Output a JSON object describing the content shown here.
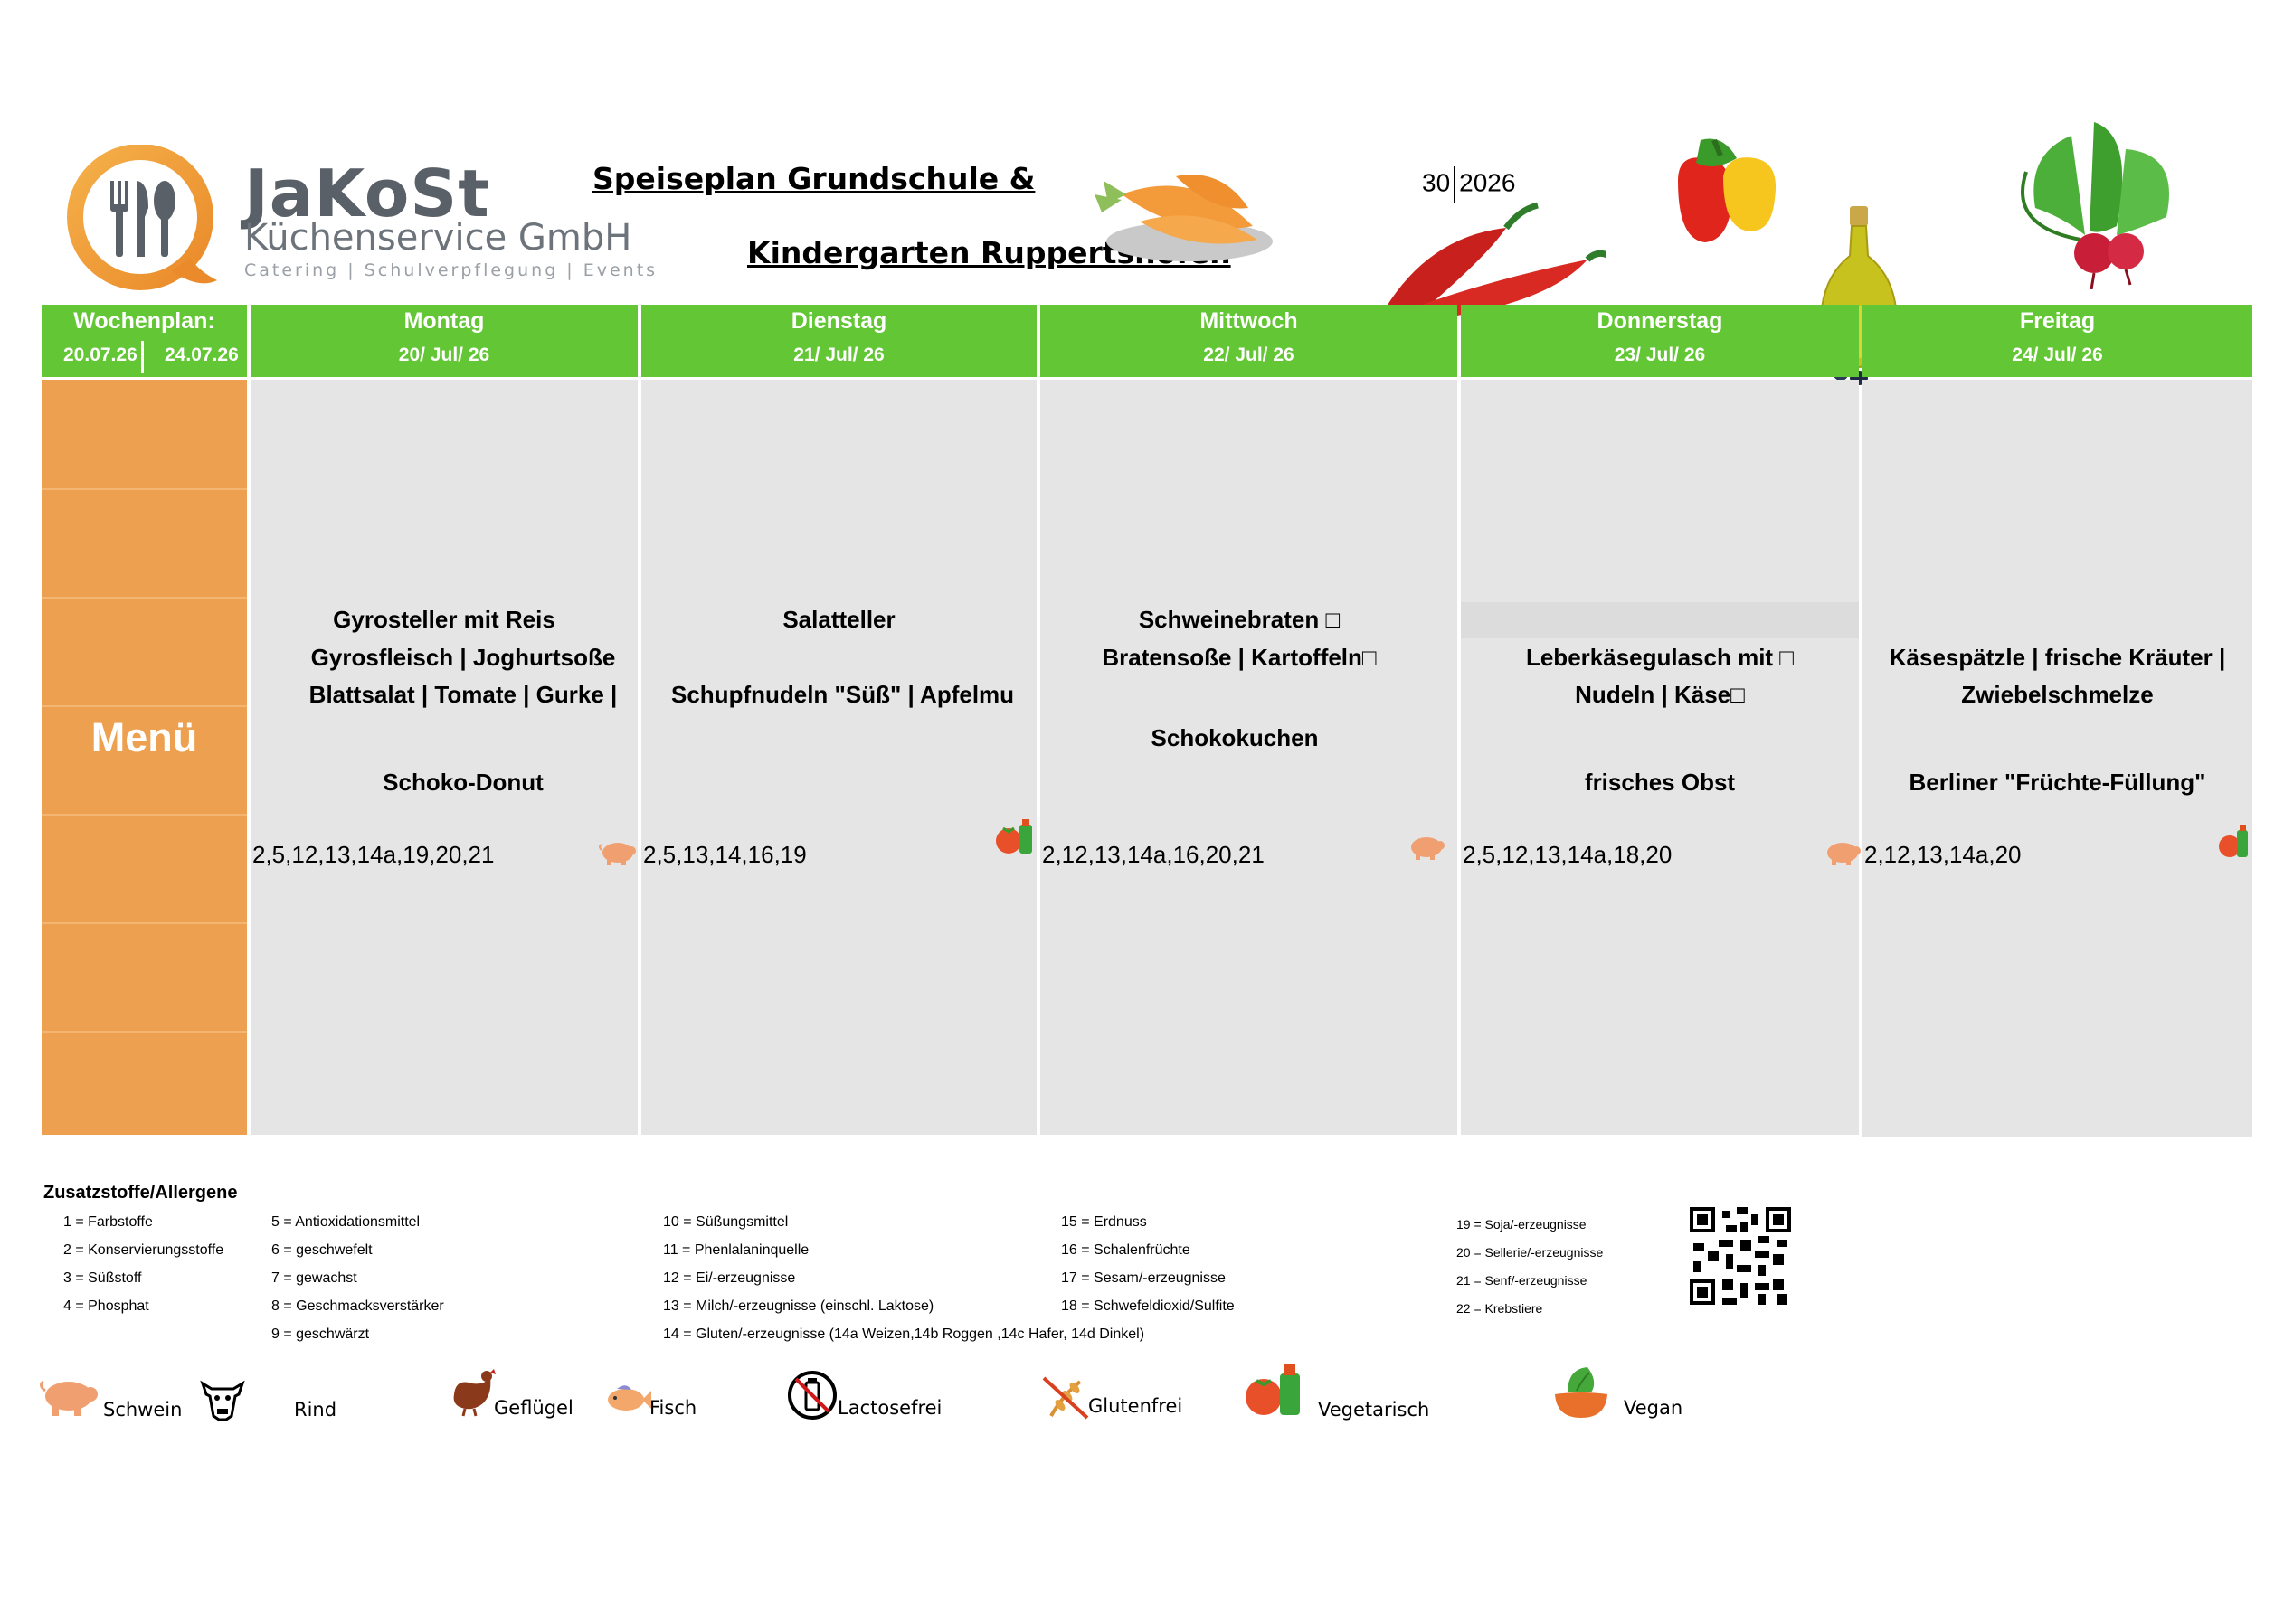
{
  "logo": {
    "name": "JaKoSt",
    "subtitle": "Küchenservice GmbH",
    "tagline": "Catering | Schulverpflegung | Events"
  },
  "title_line1": "Speiseplan Grundschule & ",
  "title_line2": "Kindergarten Ruppertshofen",
  "week": {
    "number": "30",
    "year": "2026"
  },
  "wochenplan": {
    "label": "Wochenplan:",
    "from": "20.07.26",
    "to": "24.07.26"
  },
  "row_label": "Menü",
  "days": [
    {
      "name": "Montag",
      "date": "20/ Jul/ 26",
      "lines": [
        "Gyrosteller mit Reis",
        "Gyrosfleisch | Joghurtsoße",
        "Blattsalat | Tomate | Gurke |",
        "Schoko-Donut"
      ],
      "codes": "2,5,12,13,14a,19,20,21",
      "icon": "pig-icon"
    },
    {
      "name": "Dienstag",
      "date": "21/ Jul/ 26",
      "lines": [
        "Salatteller",
        "Schupfnudeln \"Süß\" |  Apfelmu"
      ],
      "codes": "2,5,13,14,16,19",
      "icon": "vegetarian-icon"
    },
    {
      "name": "Mittwoch",
      "date": "22/ Jul/ 26",
      "lines": [
        "Schweinebraten □",
        "Bratensoße | Kartoffeln□",
        "Schokokuchen"
      ],
      "codes": "2,12,13,14a,16,20,21",
      "icon": "pig-icon"
    },
    {
      "name": "Donnerstag",
      "date": "23/ Jul/ 26",
      "lines": [
        "Leberkäsegulasch mit □",
        "Nudeln | Käse□",
        "frisches Obst"
      ],
      "codes": "2,5,12,13,14a,18,20",
      "icon": "pig-icon"
    },
    {
      "name": "Freitag",
      "date": "24/ Jul/ 26",
      "lines": [
        "Käsespätzle | frische Kräuter |",
        "Zwiebelschmelze",
        "Berliner \"Früchte-Füllung\""
      ],
      "codes": "2,12,13,14a,20",
      "icon": "vegetarian-icon"
    }
  ],
  "legend": {
    "title": "Zusatzstoffe/Allergene",
    "col1": [
      "1 = Farbstoffe",
      "2 = Konservierungsstoffe",
      "3 = Süßstoff",
      "4 = Phosphat"
    ],
    "col2": [
      "5 = Antioxidationsmittel",
      "6 = geschwefelt",
      "7 = gewachst",
      "8 = Geschmacksverstärker",
      "9 = geschwärzt"
    ],
    "col3": [
      "10 = Süßungsmittel",
      "11 = Phenlalaninquelle",
      "12 = Ei/-erzeugnisse",
      "13 = Milch/-erzeugnisse (einschl. Laktose)",
      "14 = Gluten/-erzeugnisse (14a Weizen,14b Roggen ,14c Hafer, 14d Dinkel)"
    ],
    "col4": [
      "15 = Erdnuss",
      "16 = Schalenfrüchte",
      "17 = Sesam/-erzeugnisse",
      "18 = Schwefeldioxid/Sulfite"
    ],
    "col5": [
      "19 = Soja/-erzeugnisse",
      "20 = Sellerie/-erzeugnisse",
      "21 = Senf/-erzeugnisse",
      "22 = Krebstiere"
    ]
  },
  "symbols": {
    "schwein": "Schwein",
    "rind": "Rind",
    "gefluegel": "Geflügel",
    "fisch": "Fisch",
    "lactosefrei": "Lactosefrei",
    "glutenfrei": "Glutenfrei",
    "vegetarisch": "Vegetarisch",
    "vegan": "Vegan"
  },
  "colors": {
    "header_green": "#63c634",
    "menu_orange": "#eda050",
    "cell_grey": "#e5e5e5",
    "logo_orange": "#f0a035"
  }
}
